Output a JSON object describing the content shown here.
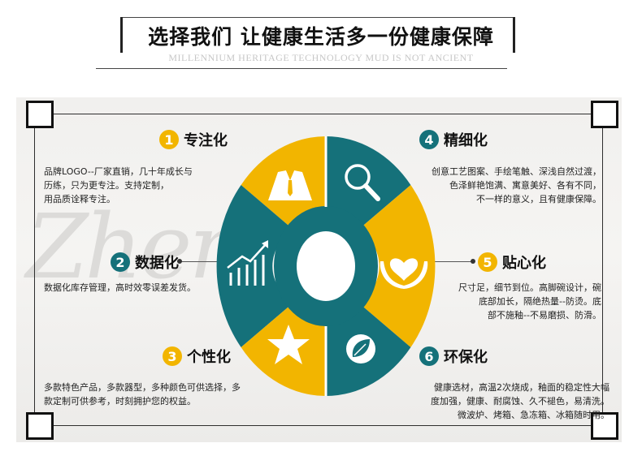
{
  "header": {
    "title": "选择我们  让健康生活多一份健康保障",
    "subtitle": "MILLENNIUM HERITAGE TECHNOLOGY MUD IS NOT ANCIENT"
  },
  "watermark": "Zhen",
  "colors": {
    "yellow": "#f2b500",
    "teal": "#15717a"
  },
  "features": [
    {
      "num": "1",
      "title": "专注化",
      "icon": "suit-icon",
      "desc": "品牌LOGO--厂家直销，几十年成长与\n历练，只为更专注。支持定制，\n用品质诠释专注。"
    },
    {
      "num": "2",
      "title": "数据化",
      "icon": "growth-chart-icon",
      "desc": "数据化库存管理，高时效零误差发货。"
    },
    {
      "num": "3",
      "title": "个性化",
      "icon": "star-icon",
      "desc": "多款特色产品，多款器型，多种颜色可供选择，多\n款定制可供参考，时刻拥护您的权益。"
    },
    {
      "num": "4",
      "title": "精细化",
      "icon": "magnifier-icon",
      "desc": "创意工艺图案、手绘笔触、深浅自然过渡，\n色泽鲜艳饱满、寓意美好、各有不同，\n不一样的意义，且有健康保障。"
    },
    {
      "num": "5",
      "title": "贴心化",
      "icon": "heart-hands-icon",
      "desc": "尺寸足，细节到位。高脚碗设计，碗\n底部加长，隔绝热量--防烫。底\n部不施釉--不易磨损、防滑。"
    },
    {
      "num": "6",
      "title": "环保化",
      "icon": "leaf-icon",
      "desc": "健康选材，高温2次烧成，釉面的稳定性大幅\n度加强，健康、耐腐蚀、久不褪色，易清洗。\n微波炉、烤箱、急冻箱、冰箱随时用。"
    }
  ]
}
